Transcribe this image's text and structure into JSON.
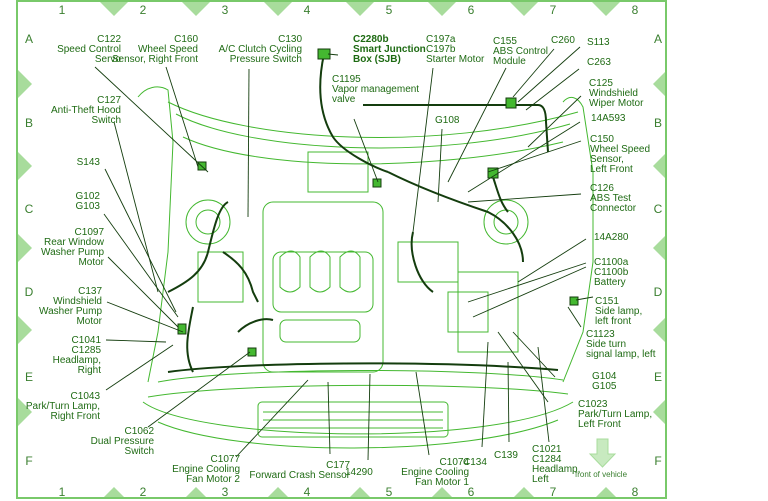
{
  "diagram": {
    "colors": {
      "frame": "#79c96a",
      "marker": "#a8dc9c",
      "drawing": "#44b830",
      "ink": "#143d0e",
      "label": "#1f6b14"
    },
    "columns": [
      "1",
      "2",
      "3",
      "4",
      "5",
      "6",
      "7",
      "8"
    ],
    "rows": [
      "A",
      "B",
      "C",
      "D",
      "E",
      "F"
    ],
    "front_of_vehicle": {
      "icon": "arrow-down-icon",
      "label": "front of vehicle"
    },
    "labels": {
      "c122": [
        "C122",
        "Speed Control",
        "Servo"
      ],
      "c160": [
        "C160",
        "Wheel Speed",
        "Sensor, Right Front"
      ],
      "c130": [
        "C130",
        "A/C Clutch Cycling",
        "Pressure Switch"
      ],
      "c2280b": [
        "C2280b",
        "Smart Junction",
        "Box (SJB)"
      ],
      "c197": [
        "C197a",
        "C197b",
        "Starter Motor"
      ],
      "c155": [
        "C155",
        "ABS Control",
        "Module"
      ],
      "c260": [
        "C260"
      ],
      "s113": [
        "S113"
      ],
      "c263": [
        "C263"
      ],
      "c125": [
        "C125",
        "Windshield",
        "Wiper Motor"
      ],
      "a14a593": [
        "14A593"
      ],
      "c150": [
        "C150",
        "Wheel Speed",
        "Sensor,",
        "Left Front"
      ],
      "c126": [
        "C126",
        "ABS Test",
        "Connector"
      ],
      "a14a280": [
        "14A280"
      ],
      "c1100": [
        "C1100a",
        "C1100b",
        "Battery"
      ],
      "c151": [
        "C151",
        "Side lamp,",
        "left front"
      ],
      "c1123": [
        "C1123",
        "Side turn",
        "signal lamp, left"
      ],
      "g104": [
        "G104",
        "G105"
      ],
      "c1023": [
        "C1023",
        "Park/Turn Lamp,",
        "Left Front"
      ],
      "c1021": [
        "C1021",
        "C1284",
        "Headlamp,",
        "Left"
      ],
      "c139": [
        "C139"
      ],
      "c134": [
        "C134"
      ],
      "c1074": [
        "C1074",
        "Engine Cooling",
        "Fan Motor 1"
      ],
      "a14290": [
        "14290"
      ],
      "c177": [
        "C177",
        "Forward Crash Sensor"
      ],
      "c1077": [
        "C1077",
        "Engine Cooling",
        "Fan Motor 2"
      ],
      "c1062": [
        "C1062",
        "Dual Pressure",
        "Switch"
      ],
      "c1043": [
        "C1043",
        "Park/Turn Lamp,",
        "Right Front"
      ],
      "c1041": [
        "C1041",
        "C1285",
        "Headlamp,",
        "Right"
      ],
      "c137": [
        "C137",
        "Windshield",
        "Washer Pump",
        "Motor"
      ],
      "c1097": [
        "C1097",
        "Rear Window",
        "Washer Pump",
        "Motor"
      ],
      "g102": [
        "G102",
        "G103"
      ],
      "s143": [
        "S143"
      ],
      "c127": [
        "C127",
        "Anti-Theft Hood",
        "Switch"
      ],
      "c1195": [
        "C1195",
        "Vapor management",
        "valve"
      ],
      "g108": [
        "G108"
      ]
    }
  }
}
